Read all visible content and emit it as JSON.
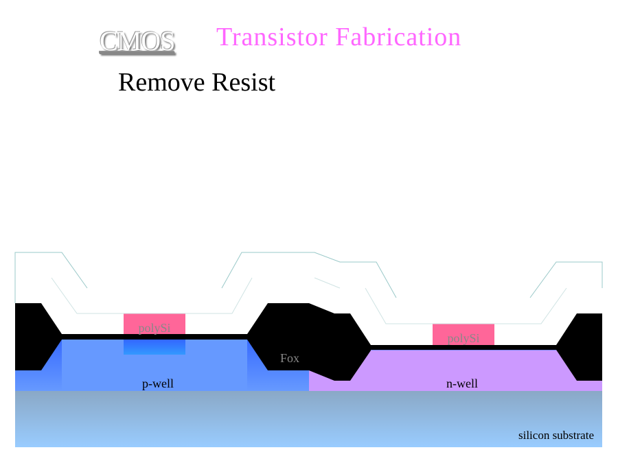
{
  "header": {
    "cmos": "CMOS",
    "title": "Transistor Fabrication",
    "step": "Remove Resist"
  },
  "labels": {
    "polysi_left": "polySi",
    "polysi_right": "polySi",
    "fox": "Fox",
    "pwell": "p-well",
    "nwell": "n-well",
    "substrate": "silicon substrate"
  },
  "colors": {
    "title": "#ff66ff",
    "polysi": "#ff6699",
    "pwell": "#6699ff",
    "nwell": "#cc99ff",
    "oxide": "#000000"
  }
}
